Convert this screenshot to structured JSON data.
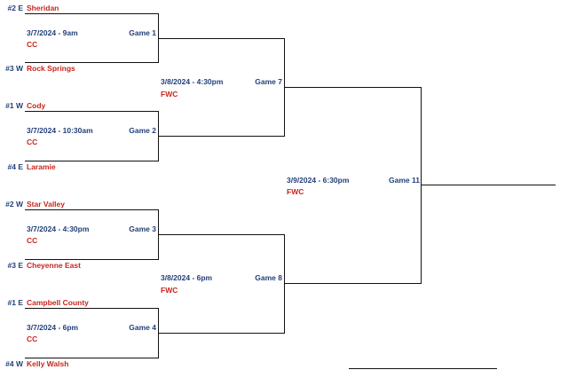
{
  "bracket": {
    "round1": [
      {
        "top": {
          "seed": "#2 E",
          "team": "Sheridan"
        },
        "bottom": {
          "seed": "#3 W",
          "team": "Rock Springs"
        },
        "date": "3/7/2024 - 9am",
        "location": "CC",
        "game": "Game 1"
      },
      {
        "top": {
          "seed": "#1 W",
          "team": "Cody"
        },
        "bottom": {
          "seed": "#4 E",
          "team": "Laramie"
        },
        "date": "3/7/2024 - 10:30am",
        "location": "CC",
        "game": "Game 2"
      },
      {
        "top": {
          "seed": "#2 W",
          "team": "Star Valley"
        },
        "bottom": {
          "seed": "#3 E",
          "team": "Cheyenne East"
        },
        "date": "3/7/2024 - 4:30pm",
        "location": "CC",
        "game": "Game 3"
      },
      {
        "top": {
          "seed": "#1 E",
          "team": "Campbell County"
        },
        "bottom": {
          "seed": "#4 W",
          "team": "Kelly Walsh"
        },
        "date": "3/7/2024 - 6pm",
        "location": "CC",
        "game": "Game 4"
      }
    ],
    "round2": [
      {
        "date": "3/8/2024 - 4:30pm",
        "location": "FWC",
        "game": "Game 7"
      },
      {
        "date": "3/8/2024 - 6pm",
        "location": "FWC",
        "game": "Game 8"
      }
    ],
    "final": {
      "date": "3/9/2024 - 6:30pm",
      "location": "FWC",
      "game": "Game 11"
    }
  }
}
